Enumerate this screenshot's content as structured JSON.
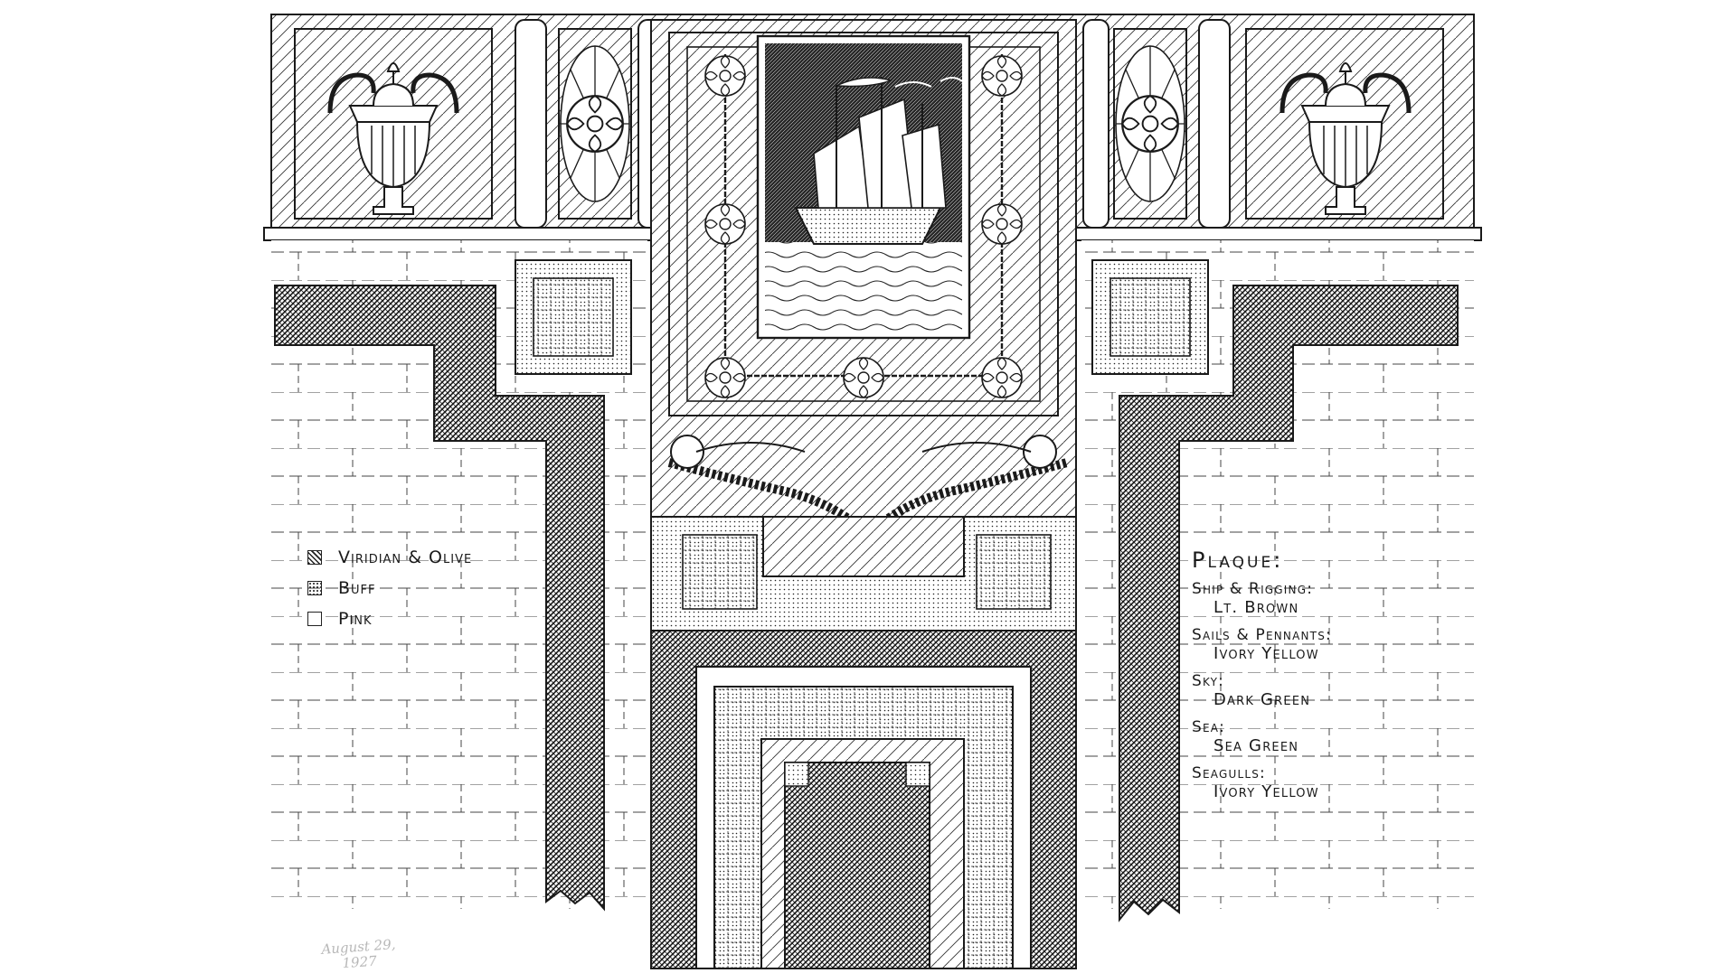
{
  "legend": {
    "items": [
      {
        "label": "Viridian & Olive",
        "pattern": "viridian"
      },
      {
        "label": "Buff",
        "pattern": "buff"
      },
      {
        "label": "Pink",
        "pattern": "pink"
      }
    ]
  },
  "plaque": {
    "title": "Plaque:",
    "entries": [
      {
        "key": "Ship & Rigging:",
        "value": "Lt. Brown"
      },
      {
        "key": "Sails & Pennants:",
        "value": "Ivory Yellow"
      },
      {
        "key": "Sky:",
        "value": "Dark Green"
      },
      {
        "key": "Sea:",
        "value": "Sea Green"
      },
      {
        "key": "Seagulls:",
        "value": "Ivory Yellow"
      }
    ]
  },
  "signature": {
    "line1": "August 29,",
    "line2": "1927"
  },
  "colors": {
    "ink": "#1a1a1a",
    "paper": "#ffffff",
    "pencil": "#b8b8b8"
  }
}
